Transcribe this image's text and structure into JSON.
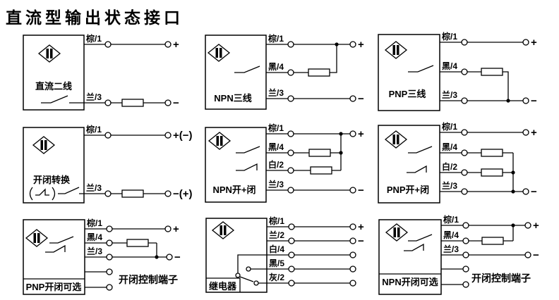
{
  "title": "直流型输出状态接口",
  "colors": {
    "ink": "#000000",
    "paper": "#ffffff"
  },
  "diagrams": [
    {
      "label": "直流二线",
      "wires": [
        "棕/1",
        "兰/3"
      ],
      "terminals": [
        "+",
        "−"
      ]
    },
    {
      "label": "NPN三线",
      "wires": [
        "棕/1",
        "黑/4",
        "兰/3"
      ],
      "terminals": [
        "+",
        "−"
      ]
    },
    {
      "label": "PNP三线",
      "wires": [
        "棕/1",
        "黑/4",
        "兰/3"
      ],
      "terminals": [
        "+",
        "−"
      ]
    },
    {
      "label": "开闭转换",
      "wires": [
        "棕/1",
        "兰/3"
      ],
      "terminals": [
        "+(−)",
        "−(+)"
      ]
    },
    {
      "label": "NPN开+闭",
      "wires": [
        "棕/1",
        "黑/4",
        "白/2",
        "兰/3"
      ],
      "terminals": [
        "+",
        "−"
      ]
    },
    {
      "label": "PNP开+闭",
      "wires": [
        "棕/1",
        "黑/4",
        "白/2",
        "兰/3"
      ],
      "terminals": [
        "+",
        "−"
      ]
    },
    {
      "label": "PNP开闭可选",
      "wires": [
        "棕/1",
        "黑/4",
        "兰/3"
      ],
      "terminals": [
        "+",
        "−"
      ],
      "control_label": "开闭控制端子"
    },
    {
      "label": "继电器",
      "wires": [
        "棕/1",
        "兰/2",
        "白/4",
        "黑/5",
        "灰/2"
      ],
      "terminals": [
        "+",
        "−"
      ]
    },
    {
      "label": "NPN开闭可选",
      "wires": [
        "棕/1",
        "黑/4",
        "兰/3"
      ],
      "terminals": [
        "+",
        "−"
      ],
      "control_label": "开闭控制端子"
    }
  ]
}
